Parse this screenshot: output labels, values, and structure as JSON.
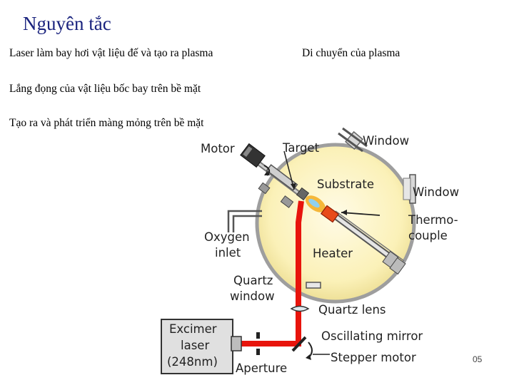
{
  "slide": {
    "title": "Nguyên tắc",
    "lines": [
      "Laser làm bay hơi vật liệu đế và tạo ra plasma",
      "Di chuyển của plasma",
      "Lắng đọng của vật liệu bốc bay trên bề mặt",
      "Tạo ra và phát triển màng mỏng trên bề mặt"
    ],
    "page_number": "05"
  },
  "diagram": {
    "labels": {
      "motor": "Motor",
      "target": "Target",
      "window_top": "Window",
      "substrate": "Substrate",
      "window_right": "Window",
      "thermo_1": "Thermo-",
      "thermo_2": "couple",
      "oxygen_1": "Oxygen",
      "oxygen_2": "inlet",
      "heater": "Heater",
      "quartz_window_1": "Quartz",
      "quartz_window_2": "window",
      "quartz_lens": "Quartz lens",
      "excimer_1": "Excimer",
      "excimer_2": "laser",
      "excimer_3": "(248nm)",
      "oscillating_mirror": "Oscillating mirror",
      "stepper_motor": "Stepper motor",
      "aperture": "Aperture"
    },
    "colors": {
      "chamber": "#fbf1b8",
      "chamber_edge": "#9e9e9e",
      "laser": "#e8140c",
      "plume": "#f5b73a",
      "plume_core": "#8fd0f0",
      "heater": "#e84a1a",
      "laser_box": "#e0e0e0"
    }
  }
}
